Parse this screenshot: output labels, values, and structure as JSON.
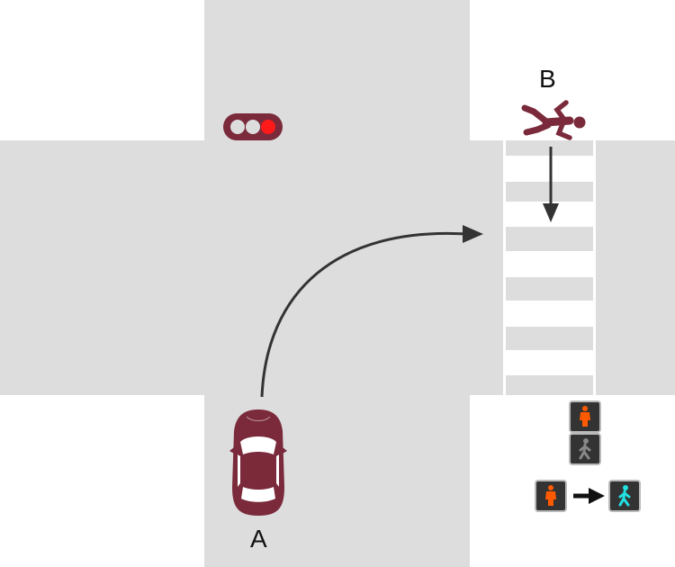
{
  "labels": {
    "car": "A",
    "pedestrian": "B"
  },
  "colors": {
    "road": "#dddddd",
    "background": "#ffffff",
    "vehicle": "#7a2a3a",
    "arrow": "#333333",
    "signal_red": "#ff1a1a",
    "signal_off": "#dddddd",
    "ped_stop": "#ff5a00",
    "ped_go": "#22e0e0",
    "ped_off": "#888888"
  },
  "vehicle_signal": {
    "lit": "red"
  },
  "pedestrian_signal": {
    "current": "stop",
    "change": "stop → go"
  }
}
